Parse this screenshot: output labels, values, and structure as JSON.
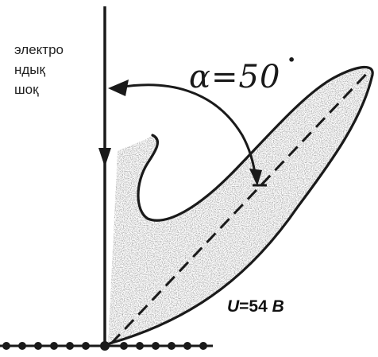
{
  "labels": {
    "beam_caption": "электро\nндық\nшоқ",
    "angle_text": "α=50",
    "degree_mark": "•",
    "voltage_var": "U",
    "voltage_eq": "=54 ",
    "voltage_unit": "В"
  },
  "diagram": {
    "angle_deg": 50
  }
}
